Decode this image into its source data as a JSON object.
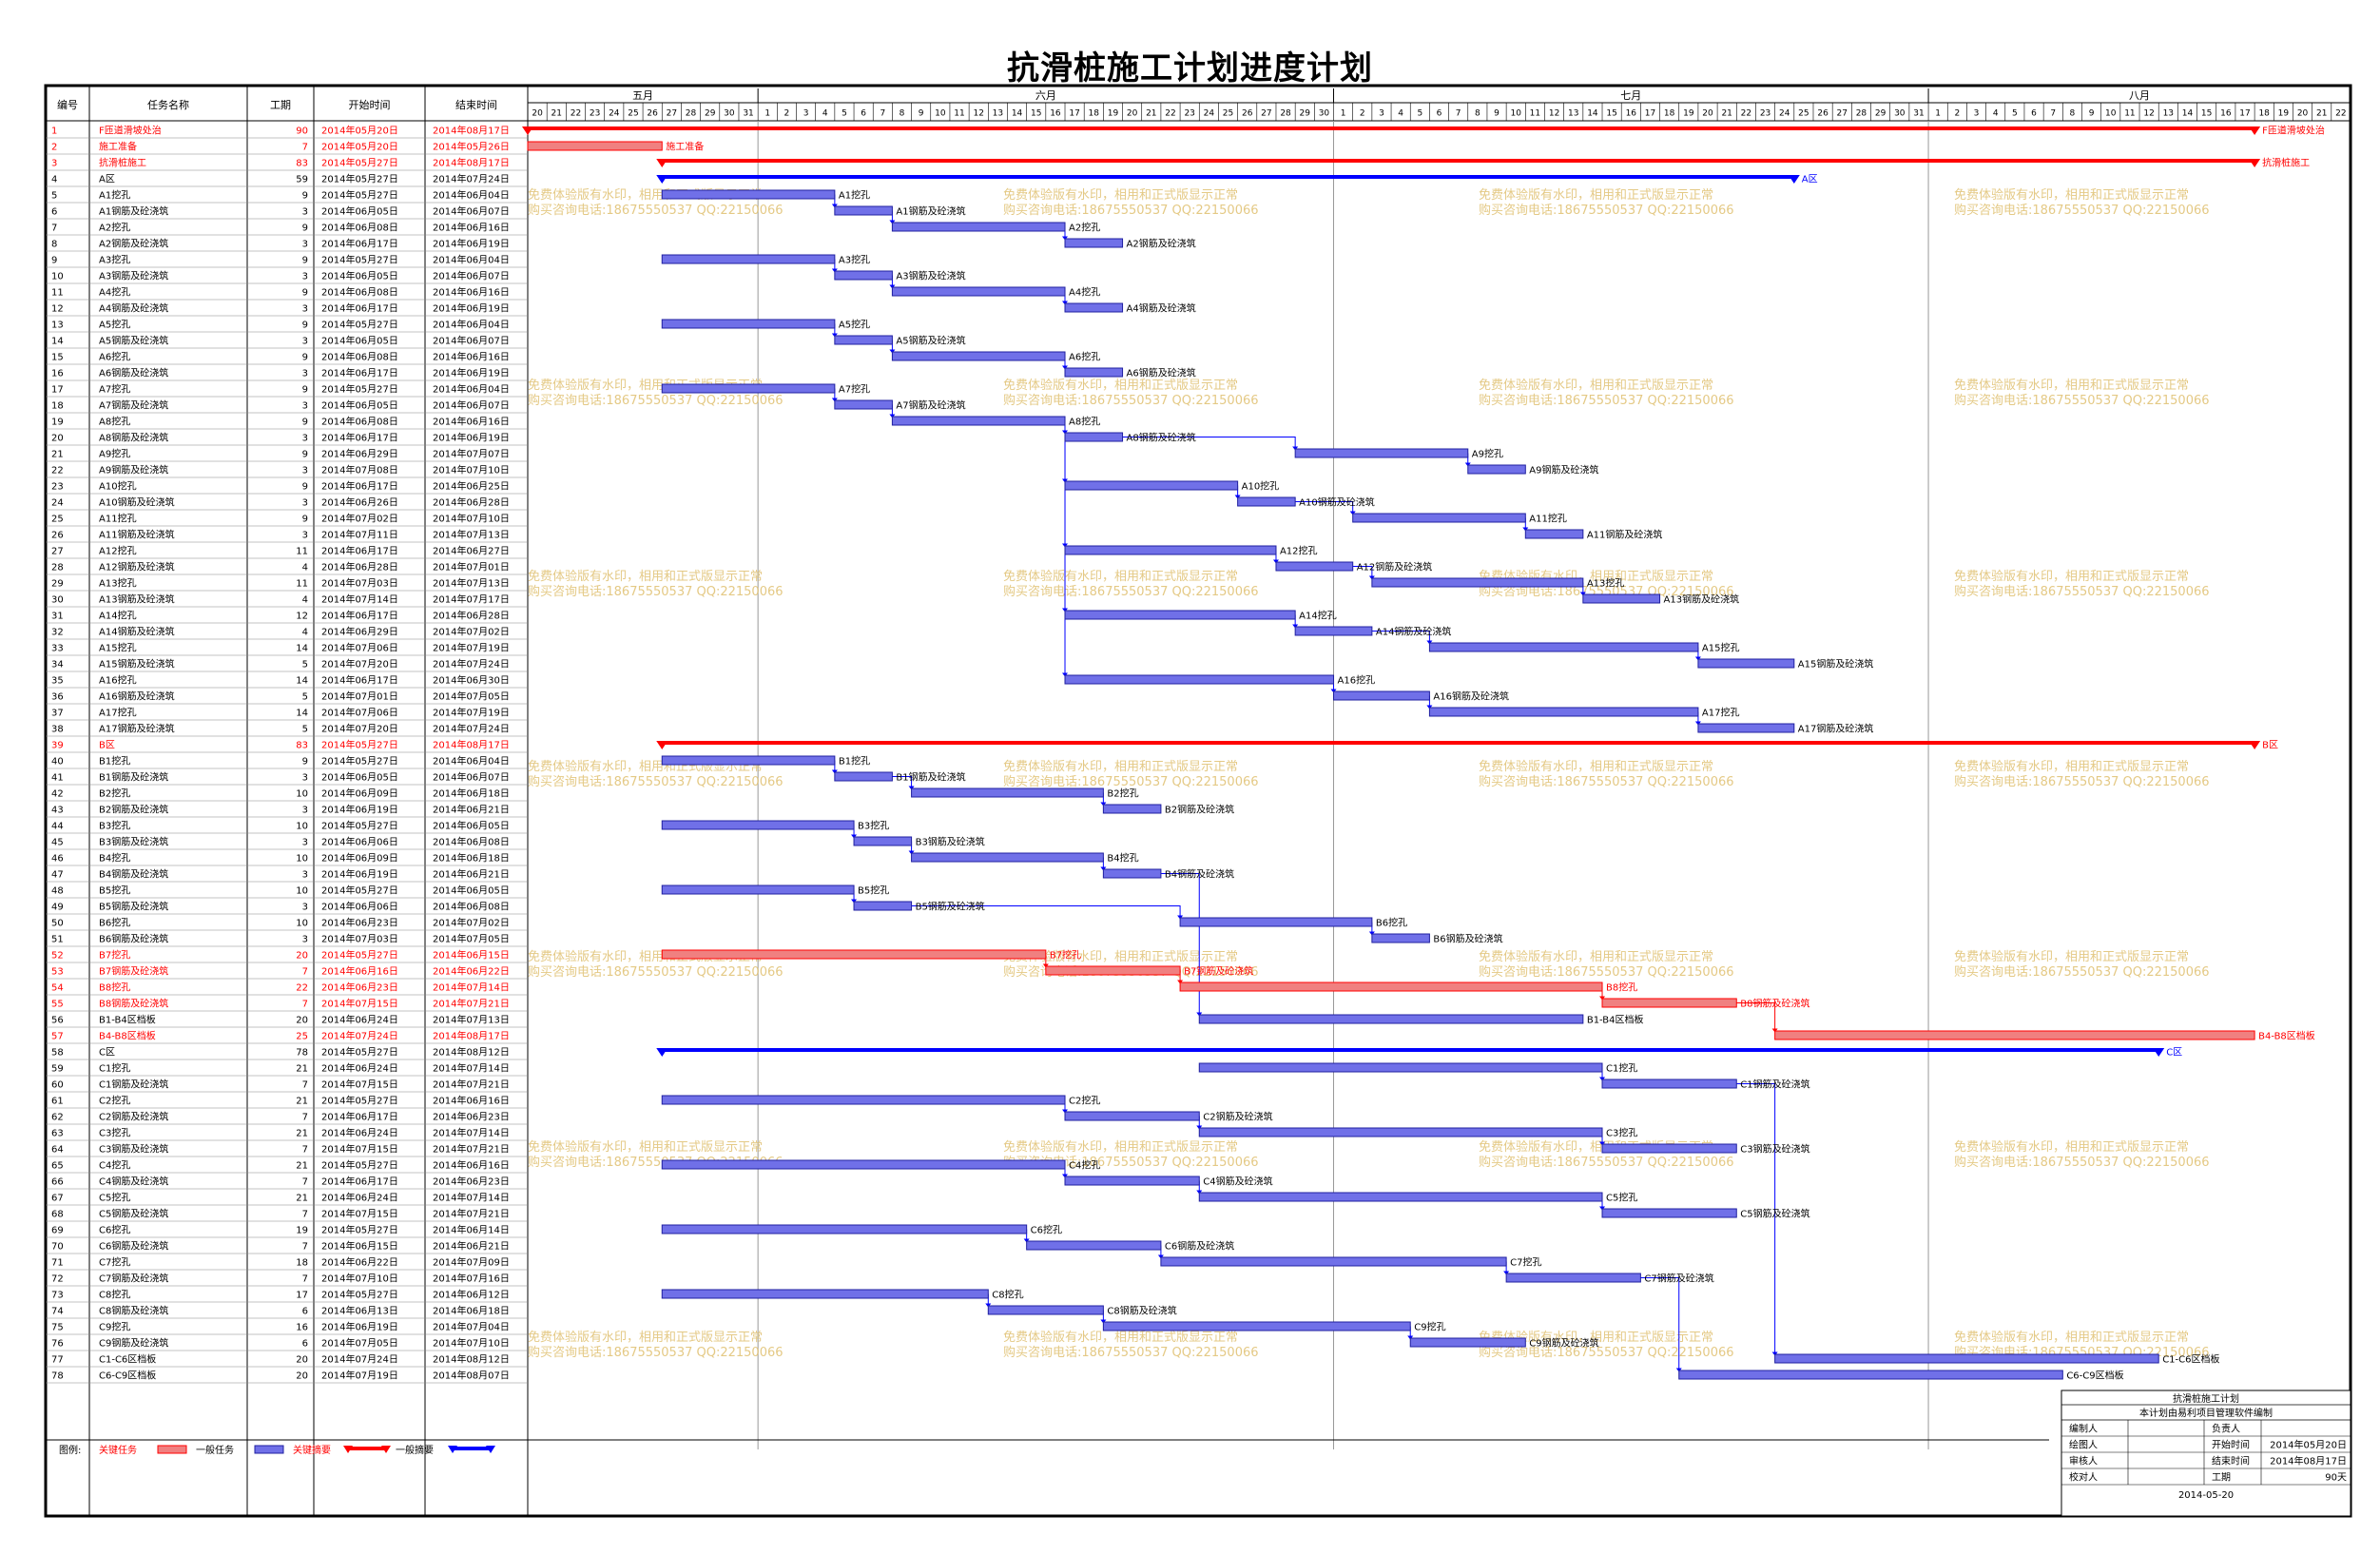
{
  "title": "抗滑桩施工计划进度计划",
  "headers": {
    "id": "编号",
    "name": "任务名称",
    "dur": "工期",
    "start": "开始时间",
    "end": "结束时间"
  },
  "months": [
    {
      "label": "五月",
      "days": [
        20,
        21,
        22,
        23,
        24,
        25,
        26,
        27,
        28,
        29,
        30,
        31
      ]
    },
    {
      "label": "六月",
      "days": [
        1,
        2,
        3,
        4,
        5,
        6,
        7,
        8,
        9,
        10,
        11,
        12,
        13,
        14,
        15,
        16,
        17,
        18,
        19,
        20,
        21,
        22,
        23,
        24,
        25,
        26,
        27,
        28,
        29,
        30
      ]
    },
    {
      "label": "七月",
      "days": [
        1,
        2,
        3,
        4,
        5,
        6,
        7,
        8,
        9,
        10,
        11,
        12,
        13,
        14,
        15,
        16,
        17,
        18,
        19,
        20,
        21,
        22,
        23,
        24,
        25,
        26,
        27,
        28,
        29,
        30,
        31
      ]
    },
    {
      "label": "八月",
      "days": [
        1,
        2,
        3,
        4,
        5,
        6,
        7,
        8,
        9,
        10,
        11,
        12,
        13,
        14,
        15,
        16,
        17,
        18,
        19,
        20,
        21,
        22
      ]
    }
  ],
  "watermark": {
    "line1": "免费体验版有水印，相用和正式版显示正常",
    "line2": "购买咨询电话:18675550537 QQ:22150066"
  },
  "legend": {
    "label": "图例:",
    "items": [
      "关键任务",
      "一般任务",
      "关键摘要",
      "一般摘要"
    ],
    "colors": {
      "critical": "#ff0000",
      "critical_bar": "#f08080",
      "normal_bar": "#7070e8",
      "summary": "#0000ff"
    }
  },
  "info_box": {
    "title": "抗滑桩施工计划",
    "subtitle": "本计划由易利项目管理软件编制",
    "rows": [
      [
        "编制人",
        "",
        "负责人",
        ""
      ],
      [
        "绘图人",
        "",
        "开始时间",
        "2014年05月20日"
      ],
      [
        "审核人",
        "",
        "结束时间",
        "2014年08月17日"
      ],
      [
        "校对人",
        "",
        "工期",
        "90天"
      ]
    ],
    "date": "2014-05-20"
  },
  "chart_data": {
    "type": "gantt",
    "x_range": [
      "2014-05-20",
      "2014-08-22"
    ],
    "tasks": [
      {
        "id": "1",
        "name": "F匝道滑坡处治",
        "dur": "90",
        "start": "2014年05月20日",
        "end": "2014年08月17日",
        "type": "crit_sum",
        "label": "F匝道滑坡处治"
      },
      {
        "id": "2",
        "name": "施工准备",
        "dur": "7",
        "start": "2014年05月20日",
        "end": "2014年05月26日",
        "type": "crit",
        "label": "施工准备"
      },
      {
        "id": "3",
        "name": "抗滑桩施工",
        "dur": "83",
        "start": "2014年05月27日",
        "end": "2014年08月17日",
        "type": "crit_sum",
        "label": "抗滑桩施工"
      },
      {
        "id": "4",
        "name": "A区",
        "dur": "59",
        "start": "2014年05月27日",
        "end": "2014年07月24日",
        "type": "sum",
        "label": "A区"
      },
      {
        "id": "5",
        "name": "A1挖孔",
        "dur": "9",
        "start": "2014年05月27日",
        "end": "2014年06月04日",
        "type": "task",
        "label": "A1挖孔"
      },
      {
        "id": "6",
        "name": "A1钢筋及砼浇筑",
        "dur": "3",
        "start": "2014年06月05日",
        "end": "2014年06月07日",
        "type": "task",
        "label": "A1钢筋及砼浇筑"
      },
      {
        "id": "7",
        "name": "A2挖孔",
        "dur": "9",
        "start": "2014年06月08日",
        "end": "2014年06月16日",
        "type": "task",
        "label": "A2挖孔"
      },
      {
        "id": "8",
        "name": "A2钢筋及砼浇筑",
        "dur": "3",
        "start": "2014年06月17日",
        "end": "2014年06月19日",
        "type": "task",
        "label": "A2钢筋及砼浇筑"
      },
      {
        "id": "9",
        "name": "A3挖孔",
        "dur": "9",
        "start": "2014年05月27日",
        "end": "2014年06月04日",
        "type": "task",
        "label": "A3挖孔"
      },
      {
        "id": "10",
        "name": "A3钢筋及砼浇筑",
        "dur": "3",
        "start": "2014年06月05日",
        "end": "2014年06月07日",
        "type": "task",
        "label": "A3钢筋及砼浇筑"
      },
      {
        "id": "11",
        "name": "A4挖孔",
        "dur": "9",
        "start": "2014年06月08日",
        "end": "2014年06月16日",
        "type": "task",
        "label": "A4挖孔"
      },
      {
        "id": "12",
        "name": "A4钢筋及砼浇筑",
        "dur": "3",
        "start": "2014年06月17日",
        "end": "2014年06月19日",
        "type": "task",
        "label": "A4钢筋及砼浇筑"
      },
      {
        "id": "13",
        "name": "A5挖孔",
        "dur": "9",
        "start": "2014年05月27日",
        "end": "2014年06月04日",
        "type": "task",
        "label": "A5挖孔"
      },
      {
        "id": "14",
        "name": "A5钢筋及砼浇筑",
        "dur": "3",
        "start": "2014年06月05日",
        "end": "2014年06月07日",
        "type": "task",
        "label": "A5钢筋及砼浇筑"
      },
      {
        "id": "15",
        "name": "A6挖孔",
        "dur": "9",
        "start": "2014年06月08日",
        "end": "2014年06月16日",
        "type": "task",
        "label": "A6挖孔"
      },
      {
        "id": "16",
        "name": "A6钢筋及砼浇筑",
        "dur": "3",
        "start": "2014年06月17日",
        "end": "2014年06月19日",
        "type": "task",
        "label": "A6钢筋及砼浇筑"
      },
      {
        "id": "17",
        "name": "A7挖孔",
        "dur": "9",
        "start": "2014年05月27日",
        "end": "2014年06月04日",
        "type": "task",
        "label": "A7挖孔"
      },
      {
        "id": "18",
        "name": "A7钢筋及砼浇筑",
        "dur": "3",
        "start": "2014年06月05日",
        "end": "2014年06月07日",
        "type": "task",
        "label": "A7钢筋及砼浇筑"
      },
      {
        "id": "19",
        "name": "A8挖孔",
        "dur": "9",
        "start": "2014年06月08日",
        "end": "2014年06月16日",
        "type": "task",
        "label": "A8挖孔"
      },
      {
        "id": "20",
        "name": "A8钢筋及砼浇筑",
        "dur": "3",
        "start": "2014年06月17日",
        "end": "2014年06月19日",
        "type": "task",
        "label": "A8钢筋及砼浇筑"
      },
      {
        "id": "21",
        "name": "A9挖孔",
        "dur": "9",
        "start": "2014年06月29日",
        "end": "2014年07月07日",
        "type": "task",
        "label": "A9挖孔"
      },
      {
        "id": "22",
        "name": "A9钢筋及砼浇筑",
        "dur": "3",
        "start": "2014年07月08日",
        "end": "2014年07月10日",
        "type": "task",
        "label": "A9钢筋及砼浇筑"
      },
      {
        "id": "23",
        "name": "A10挖孔",
        "dur": "9",
        "start": "2014年06月17日",
        "end": "2014年06月25日",
        "type": "task",
        "label": "A10挖孔"
      },
      {
        "id": "24",
        "name": "A10钢筋及砼浇筑",
        "dur": "3",
        "start": "2014年06月26日",
        "end": "2014年06月28日",
        "type": "task",
        "label": "A10钢筋及砼浇筑"
      },
      {
        "id": "25",
        "name": "A11挖孔",
        "dur": "9",
        "start": "2014年07月02日",
        "end": "2014年07月10日",
        "type": "task",
        "label": "A11挖孔"
      },
      {
        "id": "26",
        "name": "A11钢筋及砼浇筑",
        "dur": "3",
        "start": "2014年07月11日",
        "end": "2014年07月13日",
        "type": "task",
        "label": "A11钢筋及砼浇筑"
      },
      {
        "id": "27",
        "name": "A12挖孔",
        "dur": "11",
        "start": "2014年06月17日",
        "end": "2014年06月27日",
        "type": "task",
        "label": "A12挖孔"
      },
      {
        "id": "28",
        "name": "A12钢筋及砼浇筑",
        "dur": "4",
        "start": "2014年06月28日",
        "end": "2014年07月01日",
        "type": "task",
        "label": "A12钢筋及砼浇筑"
      },
      {
        "id": "29",
        "name": "A13挖孔",
        "dur": "11",
        "start": "2014年07月03日",
        "end": "2014年07月13日",
        "type": "task",
        "label": "A13挖孔"
      },
      {
        "id": "30",
        "name": "A13钢筋及砼浇筑",
        "dur": "4",
        "start": "2014年07月14日",
        "end": "2014年07月17日",
        "type": "task",
        "label": "A13钢筋及砼浇筑"
      },
      {
        "id": "31",
        "name": "A14挖孔",
        "dur": "12",
        "start": "2014年06月17日",
        "end": "2014年06月28日",
        "type": "task",
        "label": "A14挖孔"
      },
      {
        "id": "32",
        "name": "A14钢筋及砼浇筑",
        "dur": "4",
        "start": "2014年06月29日",
        "end": "2014年07月02日",
        "type": "task",
        "label": "A14钢筋及砼浇筑"
      },
      {
        "id": "33",
        "name": "A15挖孔",
        "dur": "14",
        "start": "2014年07月06日",
        "end": "2014年07月19日",
        "type": "task",
        "label": "A15挖孔"
      },
      {
        "id": "34",
        "name": "A15钢筋及砼浇筑",
        "dur": "5",
        "start": "2014年07月20日",
        "end": "2014年07月24日",
        "type": "task",
        "label": "A15钢筋及砼浇筑"
      },
      {
        "id": "35",
        "name": "A16挖孔",
        "dur": "14",
        "start": "2014年06月17日",
        "end": "2014年06月30日",
        "type": "task",
        "label": "A16挖孔"
      },
      {
        "id": "36",
        "name": "A16钢筋及砼浇筑",
        "dur": "5",
        "start": "2014年07月01日",
        "end": "2014年07月05日",
        "type": "task",
        "label": "A16钢筋及砼浇筑"
      },
      {
        "id": "37",
        "name": "A17挖孔",
        "dur": "14",
        "start": "2014年07月06日",
        "end": "2014年07月19日",
        "type": "task",
        "label": "A17挖孔"
      },
      {
        "id": "38",
        "name": "A17钢筋及砼浇筑",
        "dur": "5",
        "start": "2014年07月20日",
        "end": "2014年07月24日",
        "type": "task",
        "label": "A17钢筋及砼浇筑"
      },
      {
        "id": "39",
        "name": "B区",
        "dur": "83",
        "start": "2014年05月27日",
        "end": "2014年08月17日",
        "type": "crit_sum",
        "label": "B区"
      },
      {
        "id": "40",
        "name": "B1挖孔",
        "dur": "9",
        "start": "2014年05月27日",
        "end": "2014年06月04日",
        "type": "task",
        "label": "B1挖孔"
      },
      {
        "id": "41",
        "name": "B1钢筋及砼浇筑",
        "dur": "3",
        "start": "2014年06月05日",
        "end": "2014年06月07日",
        "type": "task",
        "label": "B1钢筋及砼浇筑"
      },
      {
        "id": "42",
        "name": "B2挖孔",
        "dur": "10",
        "start": "2014年06月09日",
        "end": "2014年06月18日",
        "type": "task",
        "label": "B2挖孔"
      },
      {
        "id": "43",
        "name": "B2钢筋及砼浇筑",
        "dur": "3",
        "start": "2014年06月19日",
        "end": "2014年06月21日",
        "type": "task",
        "label": "B2钢筋及砼浇筑"
      },
      {
        "id": "44",
        "name": "B3挖孔",
        "dur": "10",
        "start": "2014年05月27日",
        "end": "2014年06月05日",
        "type": "task",
        "label": "B3挖孔"
      },
      {
        "id": "45",
        "name": "B3钢筋及砼浇筑",
        "dur": "3",
        "start": "2014年06月06日",
        "end": "2014年06月08日",
        "type": "task",
        "label": "B3钢筋及砼浇筑"
      },
      {
        "id": "46",
        "name": "B4挖孔",
        "dur": "10",
        "start": "2014年06月09日",
        "end": "2014年06月18日",
        "type": "task",
        "label": "B4挖孔"
      },
      {
        "id": "47",
        "name": "B4钢筋及砼浇筑",
        "dur": "3",
        "start": "2014年06月19日",
        "end": "2014年06月21日",
        "type": "task",
        "label": "B4钢筋及砼浇筑"
      },
      {
        "id": "48",
        "name": "B5挖孔",
        "dur": "10",
        "start": "2014年05月27日",
        "end": "2014年06月05日",
        "type": "task",
        "label": "B5挖孔"
      },
      {
        "id": "49",
        "name": "B5钢筋及砼浇筑",
        "dur": "3",
        "start": "2014年06月06日",
        "end": "2014年06月08日",
        "type": "task",
        "label": "B5钢筋及砼浇筑"
      },
      {
        "id": "50",
        "name": "B6挖孔",
        "dur": "10",
        "start": "2014年06月23日",
        "end": "2014年07月02日",
        "type": "task",
        "label": "B6挖孔"
      },
      {
        "id": "51",
        "name": "B6钢筋及砼浇筑",
        "dur": "3",
        "start": "2014年07月03日",
        "end": "2014年07月05日",
        "type": "task",
        "label": "B6钢筋及砼浇筑"
      },
      {
        "id": "52",
        "name": "B7挖孔",
        "dur": "20",
        "start": "2014年05月27日",
        "end": "2014年06月15日",
        "type": "crit",
        "label": "B7挖孔"
      },
      {
        "id": "53",
        "name": "B7钢筋及砼浇筑",
        "dur": "7",
        "start": "2014年06月16日",
        "end": "2014年06月22日",
        "type": "crit",
        "label": "B7钢筋及砼浇筑"
      },
      {
        "id": "54",
        "name": "B8挖孔",
        "dur": "22",
        "start": "2014年06月23日",
        "end": "2014年07月14日",
        "type": "crit",
        "label": "B8挖孔"
      },
      {
        "id": "55",
        "name": "B8钢筋及砼浇筑",
        "dur": "7",
        "start": "2014年07月15日",
        "end": "2014年07月21日",
        "type": "crit",
        "label": "B8钢筋及砼浇筑"
      },
      {
        "id": "56",
        "name": "B1-B4区档板",
        "dur": "20",
        "start": "2014年06月24日",
        "end": "2014年07月13日",
        "type": "task",
        "label": "B1-B4区档板"
      },
      {
        "id": "57",
        "name": "B4-B8区档板",
        "dur": "25",
        "start": "2014年07月24日",
        "end": "2014年08月17日",
        "type": "crit",
        "label": "B4-B8区档板"
      },
      {
        "id": "58",
        "name": "C区",
        "dur": "78",
        "start": "2014年05月27日",
        "end": "2014年08月12日",
        "type": "sum",
        "label": "C区"
      },
      {
        "id": "59",
        "name": "C1挖孔",
        "dur": "21",
        "start": "2014年06月24日",
        "end": "2014年07月14日",
        "type": "task",
        "label": "C1挖孔"
      },
      {
        "id": "60",
        "name": "C1钢筋及砼浇筑",
        "dur": "7",
        "start": "2014年07月15日",
        "end": "2014年07月21日",
        "type": "task",
        "label": "C1钢筋及砼浇筑"
      },
      {
        "id": "61",
        "name": "C2挖孔",
        "dur": "21",
        "start": "2014年05月27日",
        "end": "2014年06月16日",
        "type": "task",
        "label": "C2挖孔"
      },
      {
        "id": "62",
        "name": "C2钢筋及砼浇筑",
        "dur": "7",
        "start": "2014年06月17日",
        "end": "2014年06月23日",
        "type": "task",
        "label": "C2钢筋及砼浇筑"
      },
      {
        "id": "63",
        "name": "C3挖孔",
        "dur": "21",
        "start": "2014年06月24日",
        "end": "2014年07月14日",
        "type": "task",
        "label": "C3挖孔"
      },
      {
        "id": "64",
        "name": "C3钢筋及砼浇筑",
        "dur": "7",
        "start": "2014年07月15日",
        "end": "2014年07月21日",
        "type": "task",
        "label": "C3钢筋及砼浇筑"
      },
      {
        "id": "65",
        "name": "C4挖孔",
        "dur": "21",
        "start": "2014年05月27日",
        "end": "2014年06月16日",
        "type": "task",
        "label": "C4挖孔"
      },
      {
        "id": "66",
        "name": "C4钢筋及砼浇筑",
        "dur": "7",
        "start": "2014年06月17日",
        "end": "2014年06月23日",
        "type": "task",
        "label": "C4钢筋及砼浇筑"
      },
      {
        "id": "67",
        "name": "C5挖孔",
        "dur": "21",
        "start": "2014年06月24日",
        "end": "2014年07月14日",
        "type": "task",
        "label": "C5挖孔"
      },
      {
        "id": "68",
        "name": "C5钢筋及砼浇筑",
        "dur": "7",
        "start": "2014年07月15日",
        "end": "2014年07月21日",
        "type": "task",
        "label": "C5钢筋及砼浇筑"
      },
      {
        "id": "69",
        "name": "C6挖孔",
        "dur": "19",
        "start": "2014年05月27日",
        "end": "2014年06月14日",
        "type": "task",
        "label": "C6挖孔"
      },
      {
        "id": "70",
        "name": "C6钢筋及砼浇筑",
        "dur": "7",
        "start": "2014年06月15日",
        "end": "2014年06月21日",
        "type": "task",
        "label": "C6钢筋及砼浇筑"
      },
      {
        "id": "71",
        "name": "C7挖孔",
        "dur": "18",
        "start": "2014年06月22日",
        "end": "2014年07月09日",
        "type": "task",
        "label": "C7挖孔"
      },
      {
        "id": "72",
        "name": "C7钢筋及砼浇筑",
        "dur": "7",
        "start": "2014年07月10日",
        "end": "2014年07月16日",
        "type": "task",
        "label": "C7钢筋及砼浇筑"
      },
      {
        "id": "73",
        "name": "C8挖孔",
        "dur": "17",
        "start": "2014年05月27日",
        "end": "2014年06月12日",
        "type": "task",
        "label": "C8挖孔"
      },
      {
        "id": "74",
        "name": "C8钢筋及砼浇筑",
        "dur": "6",
        "start": "2014年06月13日",
        "end": "2014年06月18日",
        "type": "task",
        "label": "C8钢筋及砼浇筑"
      },
      {
        "id": "75",
        "name": "C9挖孔",
        "dur": "16",
        "start": "2014年06月19日",
        "end": "2014年07月04日",
        "type": "task",
        "label": "C9挖孔"
      },
      {
        "id": "76",
        "name": "C9钢筋及砼浇筑",
        "dur": "6",
        "start": "2014年07月05日",
        "end": "2014年07月10日",
        "type": "task",
        "label": "C9钢筋及砼浇筑"
      },
      {
        "id": "77",
        "name": "C1-C6区档板",
        "dur": "20",
        "start": "2014年07月24日",
        "end": "2014年08月12日",
        "type": "task",
        "label": "C1-C6区档板"
      },
      {
        "id": "78",
        "name": "C6-C9区档板",
        "dur": "20",
        "start": "2014年07月19日",
        "end": "2014年08月07日",
        "type": "task",
        "label": "C6-C9区档板"
      }
    ]
  }
}
